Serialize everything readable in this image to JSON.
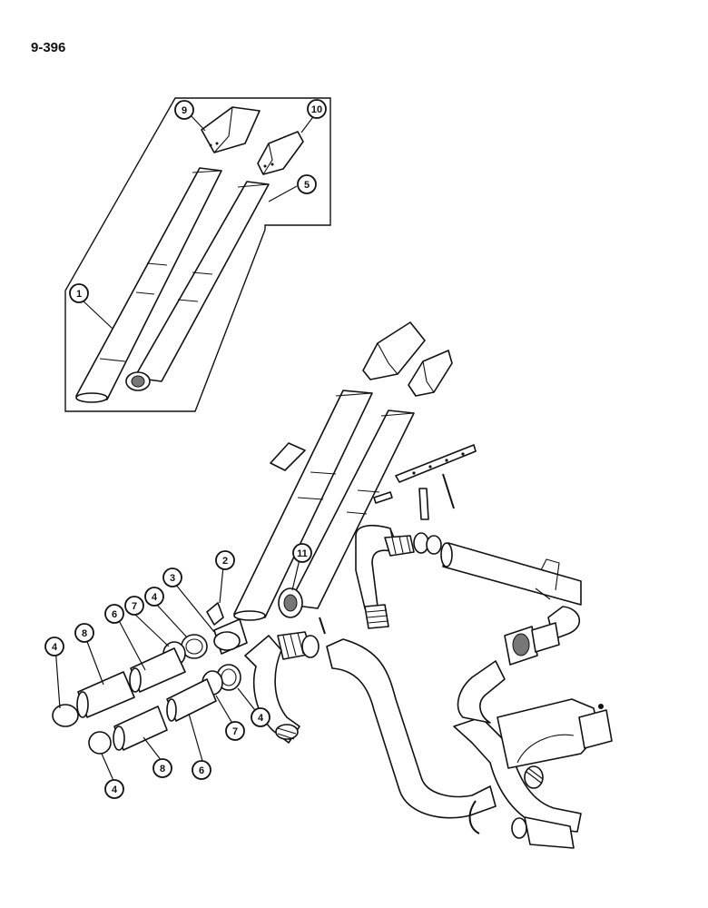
{
  "page": {
    "number": "9-396"
  },
  "callouts": [
    {
      "id": "c9",
      "label": "9"
    },
    {
      "id": "c10",
      "label": "10"
    },
    {
      "id": "c5",
      "label": "5"
    },
    {
      "id": "c1",
      "label": "1"
    },
    {
      "id": "c2",
      "label": "2"
    },
    {
      "id": "c11",
      "label": "11"
    },
    {
      "id": "c3",
      "label": "3"
    },
    {
      "id": "c4a",
      "label": "4"
    },
    {
      "id": "c7a",
      "label": "7"
    },
    {
      "id": "c6a",
      "label": "6"
    },
    {
      "id": "c8a",
      "label": "8"
    },
    {
      "id": "c4b",
      "label": "4"
    },
    {
      "id": "c4c",
      "label": "4"
    },
    {
      "id": "c7b",
      "label": "7"
    },
    {
      "id": "c6b",
      "label": "6"
    },
    {
      "id": "c8b",
      "label": "8"
    },
    {
      "id": "c4d",
      "label": "4"
    }
  ]
}
